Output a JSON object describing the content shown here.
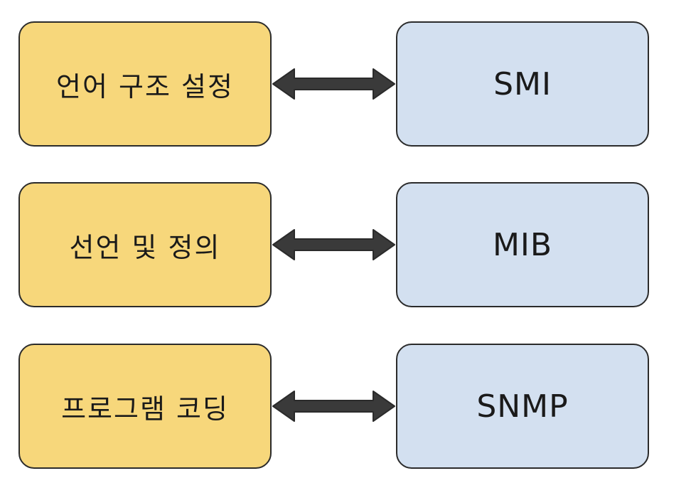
{
  "rows": [
    {
      "left_label": "언어 구조 설정",
      "right_label": "SMI"
    },
    {
      "left_label": "선언 및 정의",
      "right_label": "MIB"
    },
    {
      "left_label": "프로그램 코딩",
      "right_label": "SNMP"
    }
  ],
  "colors": {
    "left_fill": "#f7d77b",
    "right_fill": "#d3e0f0",
    "border": "#2b2b2b",
    "arrow": "#3a3a3a"
  },
  "icons": {
    "connector": "double-arrow-icon"
  }
}
